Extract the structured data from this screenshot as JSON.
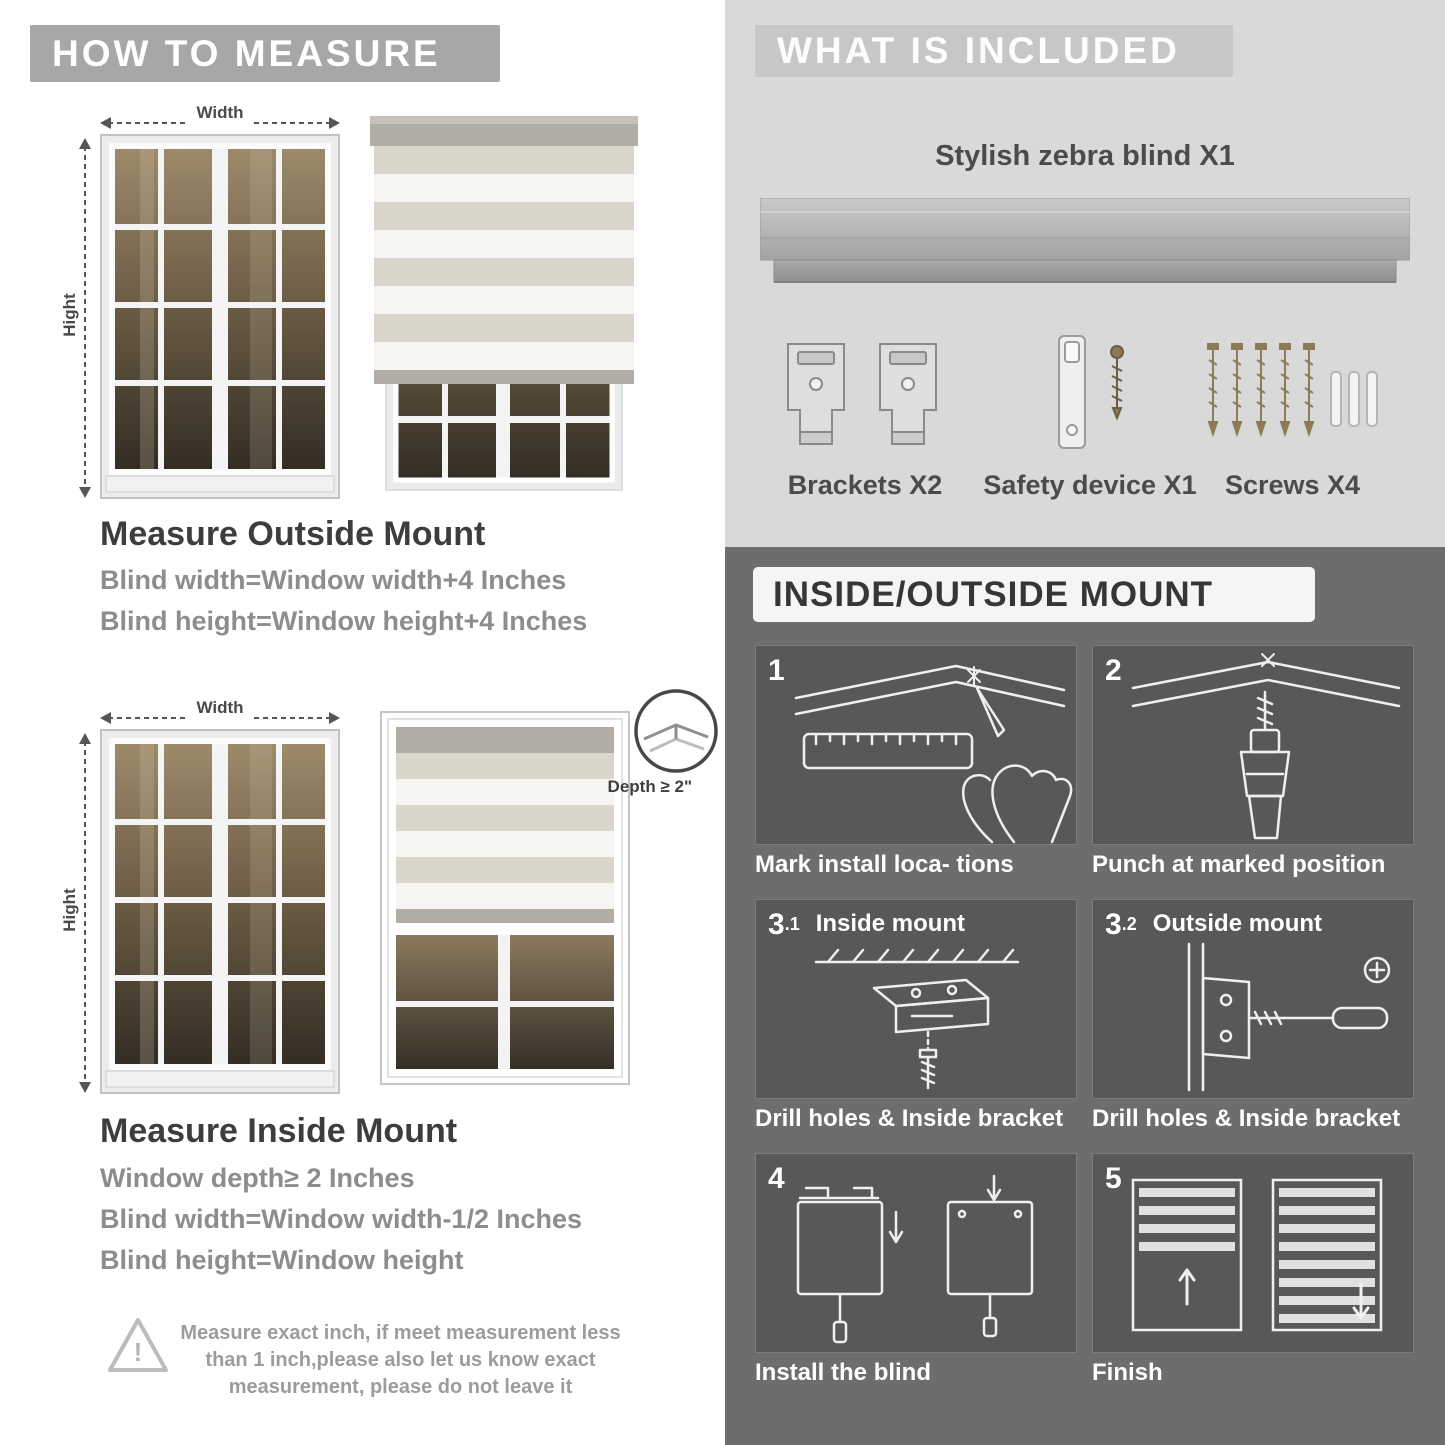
{
  "measure": {
    "banner": "HOW TO MEASURE",
    "width_label": "Width",
    "height_label": "Hight",
    "outside": {
      "title": "Measure Outside Mount",
      "lines": [
        "Blind width=Window width+4 Inches",
        "Blind height=Window height+4 Inches"
      ]
    },
    "inside": {
      "depth_label": "Depth ≥ 2\"",
      "title": "Measure Inside Mount",
      "lines": [
        "Window depth≥ 2 Inches",
        "Blind width=Window width-1/2 Inches",
        "Blind height=Window height"
      ]
    },
    "warning": {
      "mark": "!",
      "lines": [
        "Measure exact inch, if meet measurement less",
        "than 1 inch,please also let us know exact",
        "measurement, please do not leave it"
      ]
    }
  },
  "included": {
    "banner": "WHAT IS INCLUDED",
    "product_label": "Stylish zebra blind X1",
    "items": [
      "Brackets X2",
      "Safety device X1",
      "Screws X4"
    ]
  },
  "mount": {
    "banner": "INSIDE/OUTSIDE MOUNT",
    "steps": [
      {
        "num": "1",
        "sub": "",
        "label": "",
        "caption": "Mark install loca- tions"
      },
      {
        "num": "2",
        "sub": "",
        "label": "",
        "caption": "Punch at  marked position"
      },
      {
        "num": "3",
        "sub": ".1",
        "label": "Inside mount",
        "caption": "Drill holes &  Inside bracket"
      },
      {
        "num": "3",
        "sub": ".2",
        "label": "Outside mount",
        "caption": "Drill holes &  Inside bracket"
      },
      {
        "num": "4",
        "sub": "",
        "label": "",
        "caption": "Install the blind"
      },
      {
        "num": "5",
        "sub": "",
        "label": "",
        "caption": "Finish"
      }
    ]
  },
  "colors": {
    "banner_gray": "#a7a7a7",
    "panel_light": "#d9d9d9",
    "panel_dark": "#6d6d6d",
    "tile_dark": "#585858",
    "heading_dark": "#3d3d3d",
    "body_gray": "#8d8d8d"
  }
}
